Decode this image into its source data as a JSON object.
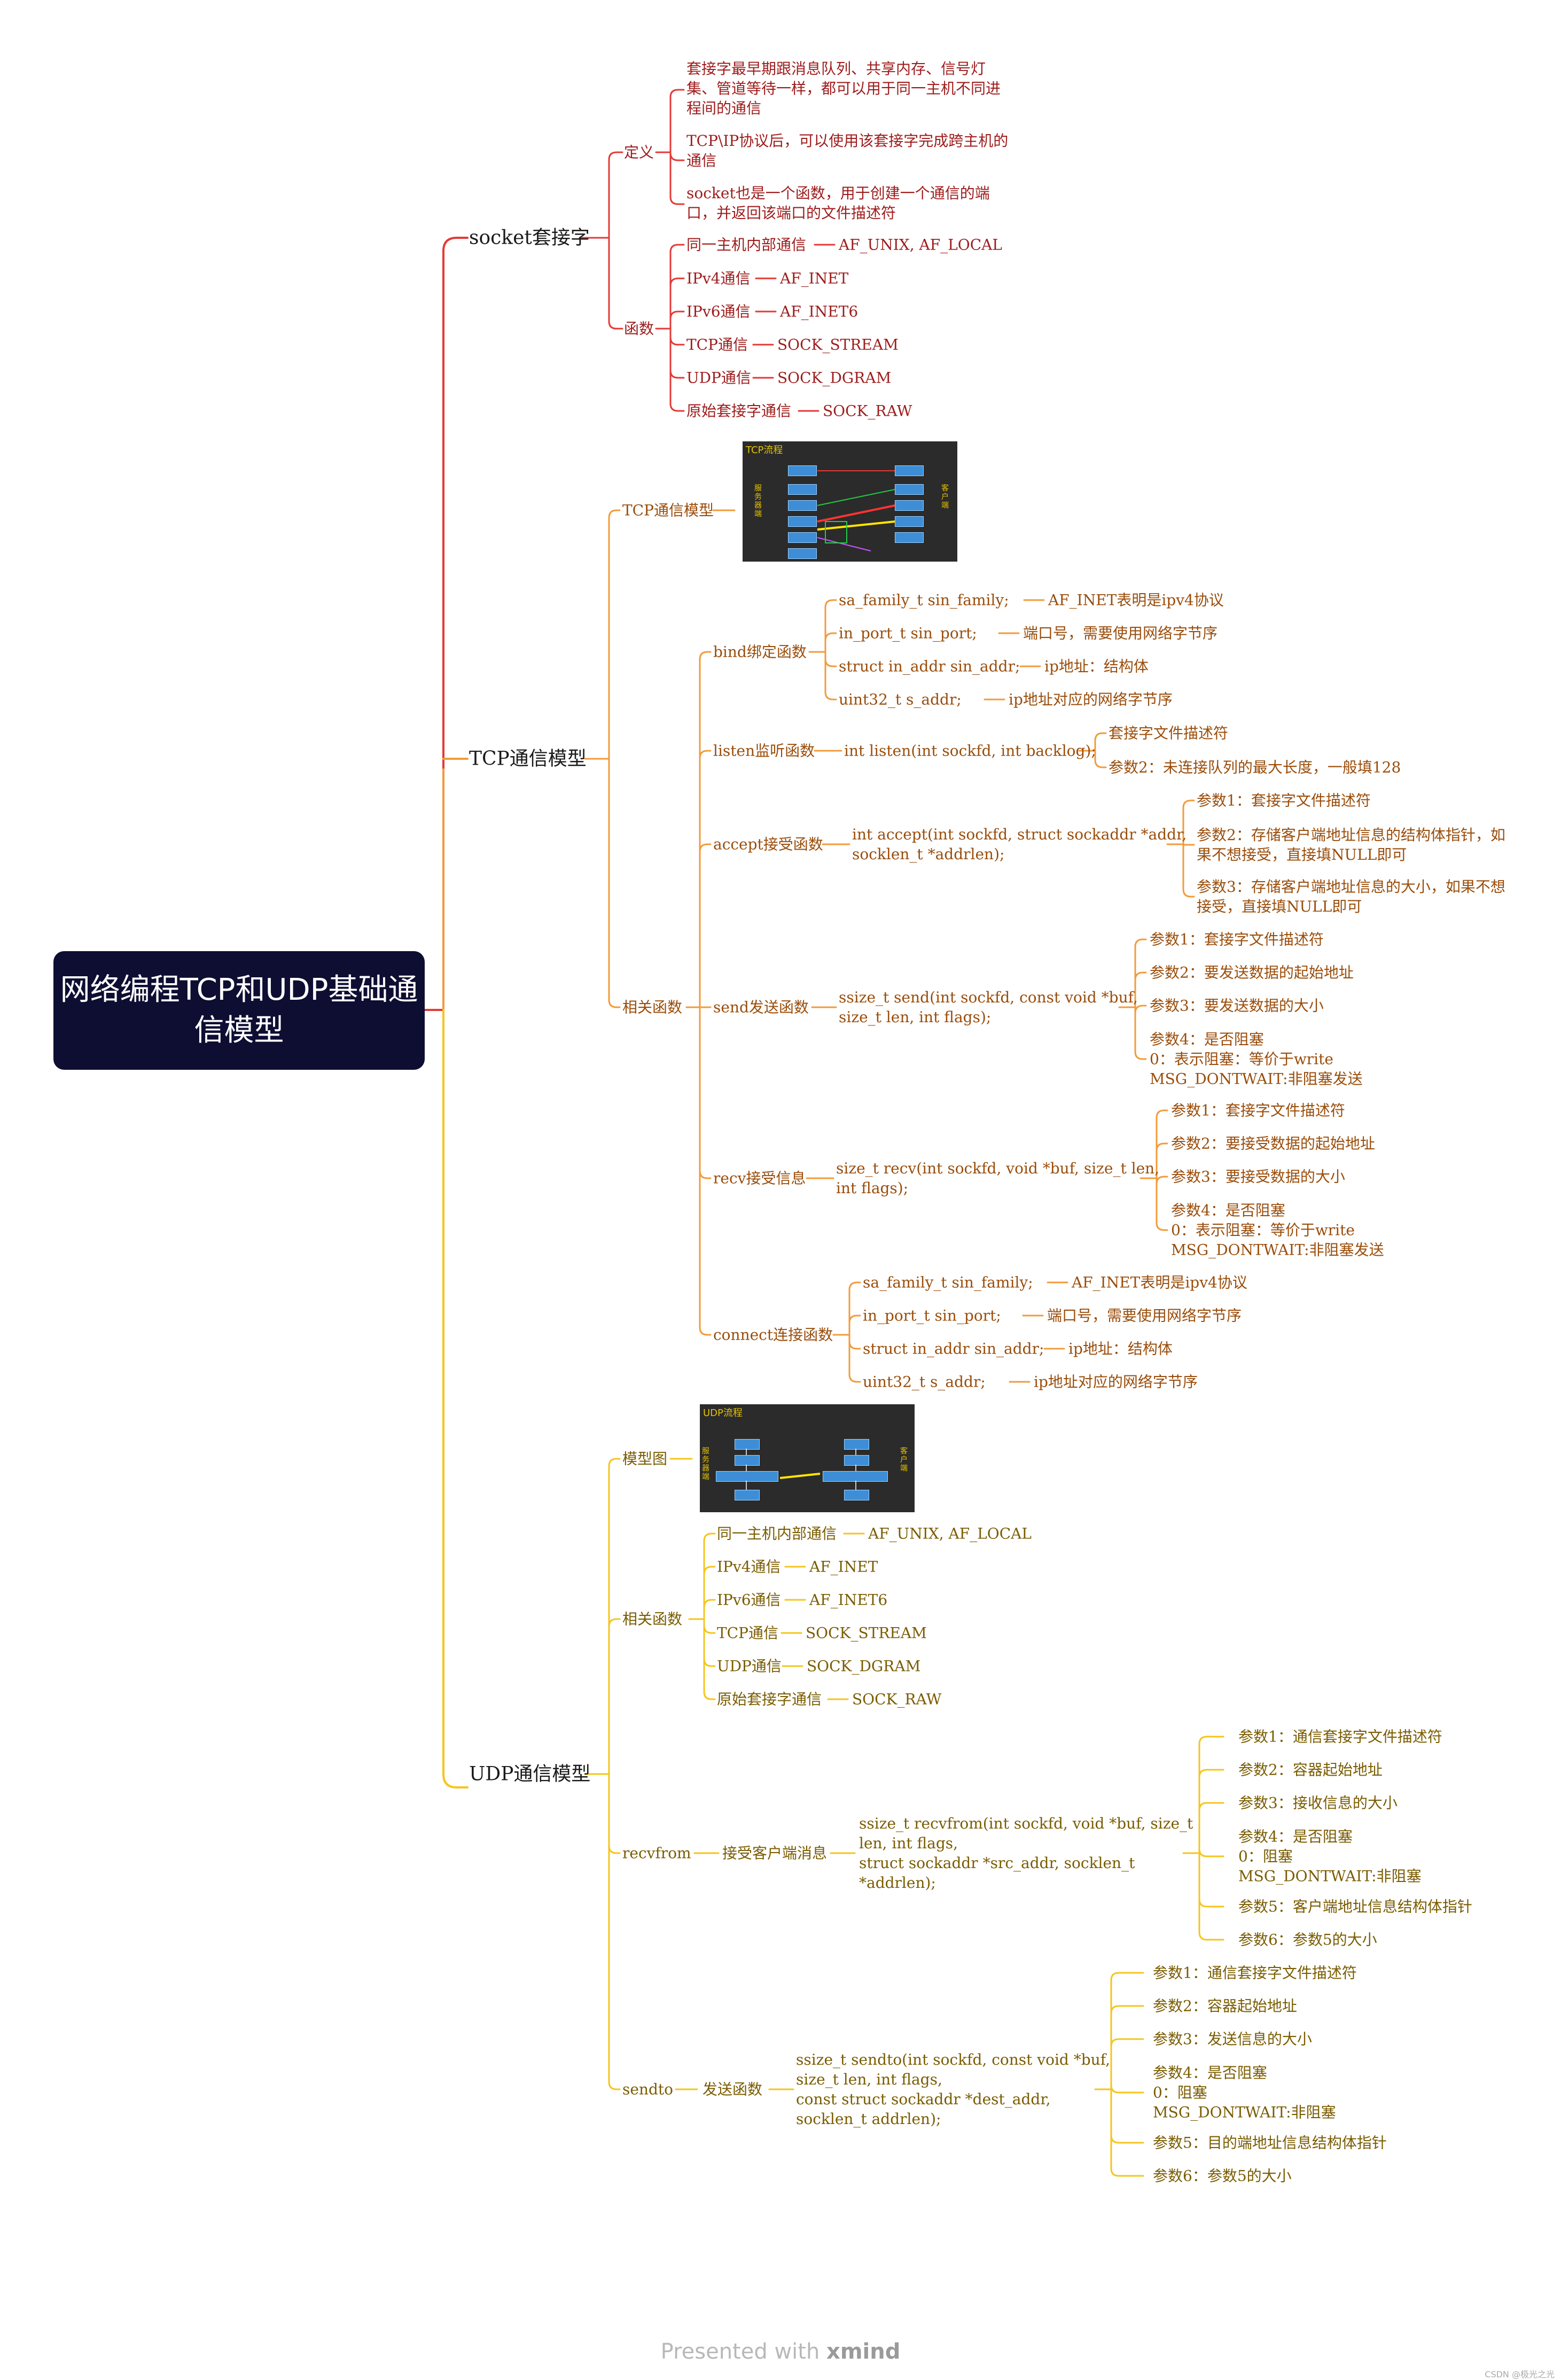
{
  "root": "网络编程TCP和UDP基础通信模型",
  "socket": {
    "title": "socket套接字",
    "def": {
      "label": "定义",
      "items": [
        "套接字最早期跟消息队列、共享内存、信号灯\n集、管道等待一样，都可以用于同一主机不同进\n程间的通信",
        "TCP\\IP协议后，可以使用该套接字完成跨主机的\n通信",
        "socket也是一个函数，用于创建一个通信的端\n口，并返回该端口的文件描述符"
      ]
    },
    "func": {
      "label": "函数",
      "rows": [
        [
          "同一主机内部通信",
          "AF_UNIX, AF_LOCAL"
        ],
        [
          "IPv4通信",
          "AF_INET"
        ],
        [
          "IPv6通信",
          "AF_INET6"
        ],
        [
          "TCP通信",
          "SOCK_STREAM"
        ],
        [
          "UDP通信",
          "SOCK_DGRAM"
        ],
        [
          "原始套接字通信",
          "SOCK_RAW"
        ]
      ]
    }
  },
  "tcp": {
    "title": "TCP通信模型",
    "model_label": "TCP通信模型",
    "img_caption": "TCP流程",
    "img_side_left": "服务器端",
    "img_side_right": "客户端",
    "funcs_label": "相关函数",
    "bind": {
      "label": "bind绑定函数",
      "rows": [
        [
          "sa_family_t     sin_family;",
          "AF_INET表明是ipv4协议"
        ],
        [
          "in_port_t       sin_port;",
          "端口号，需要使用网络字节序"
        ],
        [
          "struct in_addr sin_addr;",
          "ip地址：结构体"
        ],
        [
          "uint32_t        s_addr;",
          "ip地址对应的网络字节序"
        ]
      ]
    },
    "listen": {
      "label": "listen监听函数",
      "sig": "int listen(int sockfd, int backlog);",
      "params": [
        "套接字文件描述符",
        "参数2：未连接队列的最大长度，一般填128"
      ]
    },
    "accept": {
      "label": "accept接受函数",
      "sig": "int accept(int sockfd, struct sockaddr *addr,\nsocklen_t *addrlen);",
      "params": [
        "参数1：套接字文件描述符",
        "参数2：存储客户端地址信息的结构体指针，如\n果不想接受，直接填NULL即可",
        "参数3：存储客户端地址信息的大小，如果不想\n接受，直接填NULL即可"
      ]
    },
    "send": {
      "label": "send发送函数",
      "sig": "ssize_t send(int sockfd, const void *buf,\nsize_t len, int flags);",
      "params": [
        "参数1：套接字文件描述符",
        "参数2：要发送数据的起始地址",
        "参数3：要发送数据的大小",
        "参数4：是否阻塞\n0：表示阻塞：等价于write\nMSG_DONTWAIT:非阻塞发送"
      ]
    },
    "recv": {
      "label": "recv接受信息",
      "sig": "size_t recv(int sockfd, void *buf, size_t len,\nint flags);",
      "params": [
        "参数1：套接字文件描述符",
        "参数2：要接受数据的起始地址",
        "参数3：要接受数据的大小",
        "参数4：是否阻塞\n0：表示阻塞：等价于write\nMSG_DONTWAIT:非阻塞发送"
      ]
    },
    "connect": {
      "label": "connect连接函数",
      "rows": [
        [
          "sa_family_t     sin_family;",
          "AF_INET表明是ipv4协议"
        ],
        [
          "in_port_t       sin_port;",
          "端口号，需要使用网络字节序"
        ],
        [
          "struct in_addr sin_addr;",
          "ip地址：结构体"
        ],
        [
          "uint32_t        s_addr;",
          "ip地址对应的网络字节序"
        ]
      ]
    }
  },
  "udp": {
    "title": "UDP通信模型",
    "model_label": "模型图",
    "img_caption": "UDP流程",
    "img_side_left": "服务器端",
    "img_side_right": "客户端",
    "funcs_label": "相关函数",
    "rows": [
      [
        "同一主机内部通信",
        "AF_UNIX, AF_LOCAL"
      ],
      [
        "IPv4通信",
        "AF_INET"
      ],
      [
        "IPv6通信",
        "AF_INET6"
      ],
      [
        "TCP通信",
        "SOCK_STREAM"
      ],
      [
        "UDP通信",
        "SOCK_DGRAM"
      ],
      [
        "原始套接字通信",
        "SOCK_RAW"
      ]
    ],
    "recvfrom": {
      "label": "recvfrom",
      "sub": "接受客户端消息",
      "sig": "ssize_t recvfrom(int sockfd, void *buf, size_t\nlen, int flags,\nstruct sockaddr *src_addr, socklen_t\n*addrlen);",
      "params": [
        "参数1：通信套接字文件描述符",
        "参数2：容器起始地址",
        "参数3：接收信息的大小",
        "参数4：是否阻塞\n0：阻塞\nMSG_DONTWAIT:非阻塞",
        "参数5：客户端地址信息结构体指针",
        "参数6：参数5的大小"
      ]
    },
    "sendto": {
      "label": "sendto",
      "sub": "发送函数",
      "sig": "ssize_t sendto(int sockfd, const void *buf,\nsize_t len, int flags,\n const struct sockaddr *dest_addr,\nsocklen_t addrlen);",
      "params": [
        "参数1：通信套接字文件描述符",
        "参数2：容器起始地址",
        "参数3：发送信息的大小",
        "参数4：是否阻塞\n0：阻塞\nMSG_DONTWAIT:非阻塞",
        "参数5：目的端地址信息结构体指针",
        "参数6：参数5的大小"
      ]
    }
  },
  "footer": {
    "pre": "Presented with",
    "brand": "xmind"
  },
  "watermark": "CSDN @极光之光",
  "colors": {
    "red": "#e53935",
    "orange": "#f29b3a",
    "yellow": "#f5c51b"
  }
}
